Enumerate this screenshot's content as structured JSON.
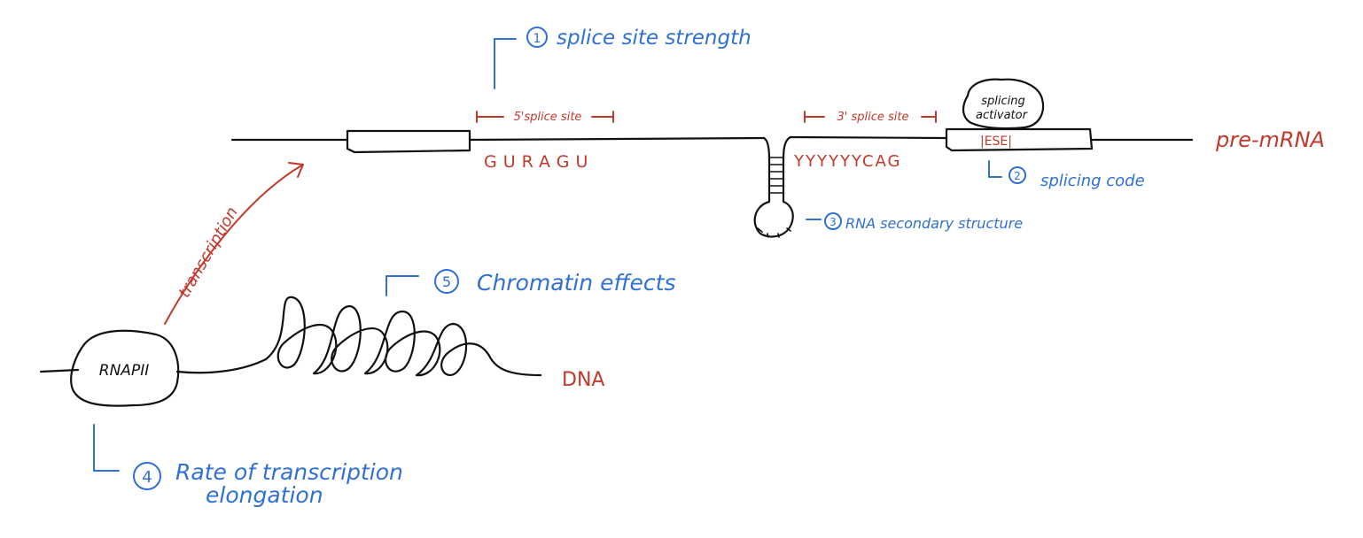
{
  "labels": {
    "pre_mrna": "pre-mRNA",
    "dna": "DNA",
    "rnap": "RNAPII",
    "transcription": "transcription",
    "five_splice_site": "5'splice site",
    "three_splice_site": "3' splice site",
    "five_site_seq": "GURAGU",
    "three_site_seq": "YYYYYYCAG",
    "ese": "|ESE|",
    "splicing_activator_line1": "splicing",
    "splicing_activator_line2": "activator"
  },
  "factors": [
    {
      "number": "1",
      "text": "splice site strength"
    },
    {
      "number": "2",
      "text": "splicing code"
    },
    {
      "number": "3",
      "text": "RNA secondary structure"
    },
    {
      "number": "4",
      "text_line1": "Rate of transcription",
      "text_line2": "elongation"
    },
    {
      "number": "5",
      "text": "Chromatin effects"
    }
  ],
  "colors": {
    "ink": "#111111",
    "red": "#c0392b",
    "blue": "#2f6fd6"
  }
}
